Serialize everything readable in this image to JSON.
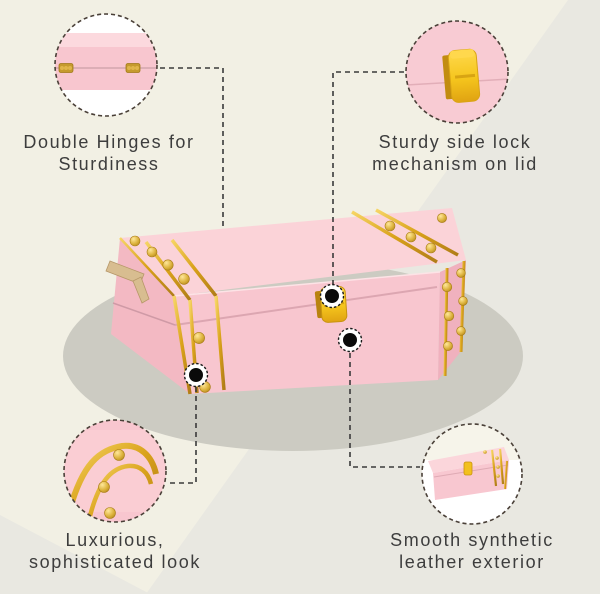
{
  "product": {
    "description": "pink-trunk-style-storage-box-with-gold-accents",
    "colors": {
      "pink_front": "#f8c6cf",
      "pink_lid": "#fbd3d8",
      "pink_side": "#f3b9c3",
      "gold_trim": "#d9a21a",
      "lock_yellow": "#f5c51d",
      "background_cream": "#f2f0e4",
      "background_gray": "#e9e8e1",
      "platform_gray": "#cccbc2",
      "label_text": "#3d3d3d",
      "connector_line": "#3a3a3a"
    }
  },
  "callouts": [
    {
      "id": "hinges",
      "line1": "Double Hinges for",
      "line2": "Sturdiness"
    },
    {
      "id": "lock",
      "line1": "Sturdy side lock",
      "line2": "mechanism on lid"
    },
    {
      "id": "luxury",
      "line1": "Luxurious,",
      "line2": "sophisticated look"
    },
    {
      "id": "leather",
      "line1": "Smooth synthetic",
      "line2": "leather exterior"
    }
  ],
  "details": [
    {
      "id": "hinges",
      "shows": "double-hinges-close-up"
    },
    {
      "id": "lock",
      "shows": "gold-lock-clasp-close-up"
    },
    {
      "id": "luxury",
      "shows": "gold-strap-studded-corner-close-up"
    },
    {
      "id": "leather",
      "shows": "whole-box-miniature"
    }
  ]
}
